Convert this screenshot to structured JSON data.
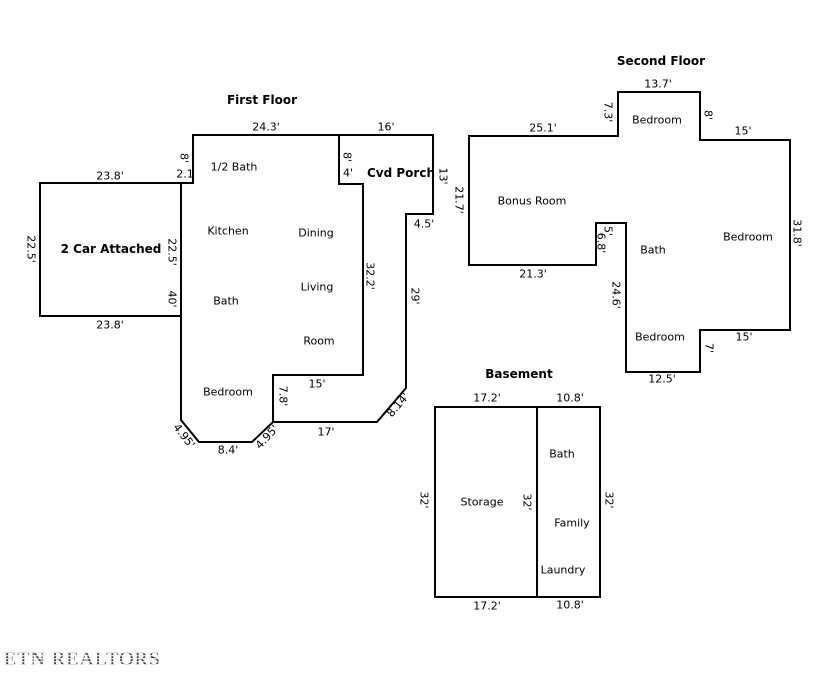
{
  "canvas": {
    "background": "#ffffff",
    "wall_color": "#000000",
    "text_color": "#000000"
  },
  "logo": {
    "text": "ETN REALTORS"
  },
  "garage": {
    "name": "2 Car Attached",
    "dims": {
      "top": "23.8'",
      "bottom": "23.8'",
      "left": "22.5'",
      "right": "22.5'"
    }
  },
  "first_floor": {
    "title": "First Floor",
    "rooms": {
      "half_bath": "1/2 Bath",
      "kitchen": "Kitchen",
      "dining": "Dining",
      "living_line1": "Living",
      "living_line2": "Room",
      "bath": "Bath",
      "bedroom": "Bedroom",
      "covered_porch": "Cvd Porch"
    },
    "dims": {
      "top": "24.3'",
      "porch_top": "16'",
      "left_upper": "8'",
      "left_step": "2.1",
      "left": "40'",
      "porch_inner_vert": "8'",
      "porch_inner_horiz": "4'",
      "porch_right": "13'",
      "porch_step": "4.5'",
      "right": "29'",
      "living_right": "32.2'",
      "living_bottom": "15'",
      "living_step": "7.8'",
      "bevel_left": "4.95'",
      "bottom_left": "8.4'",
      "bevel_mid": "4.95'",
      "bottom_mid": "17'",
      "bevel_right": "8.14'"
    }
  },
  "second_floor": {
    "title": "Second Floor",
    "rooms": {
      "bedroom_top": "Bedroom",
      "bonus_room": "Bonus Room",
      "bath": "Bath",
      "bedroom_right": "Bedroom",
      "bedroom_bottom": "Bedroom"
    },
    "dims": {
      "bedroom_top_width": "13.7'",
      "bedroom_top_left": "7.3'",
      "bonus_top": "25.1'",
      "bedroom_top_right": "8'",
      "top_right": "15'",
      "bonus_left": "21.7'",
      "right": "31.8'",
      "notch_top": "5'",
      "notch_left": "6.8'",
      "bonus_bottom": "21.3'",
      "bath_left": "24.6'",
      "bottom_right": "15'",
      "bottom_step": "7'",
      "bottom": "12.5'"
    }
  },
  "basement": {
    "title": "Basement",
    "rooms": {
      "storage": "Storage",
      "bath": "Bath",
      "family": "Family",
      "laundry": "Laundry"
    },
    "dims": {
      "left_top": "17.2'",
      "right_top": "10.8'",
      "left_side": "32'",
      "divider": "32'",
      "right_side": "32'",
      "left_bottom": "17.2'",
      "right_bottom": "10.8'"
    }
  }
}
